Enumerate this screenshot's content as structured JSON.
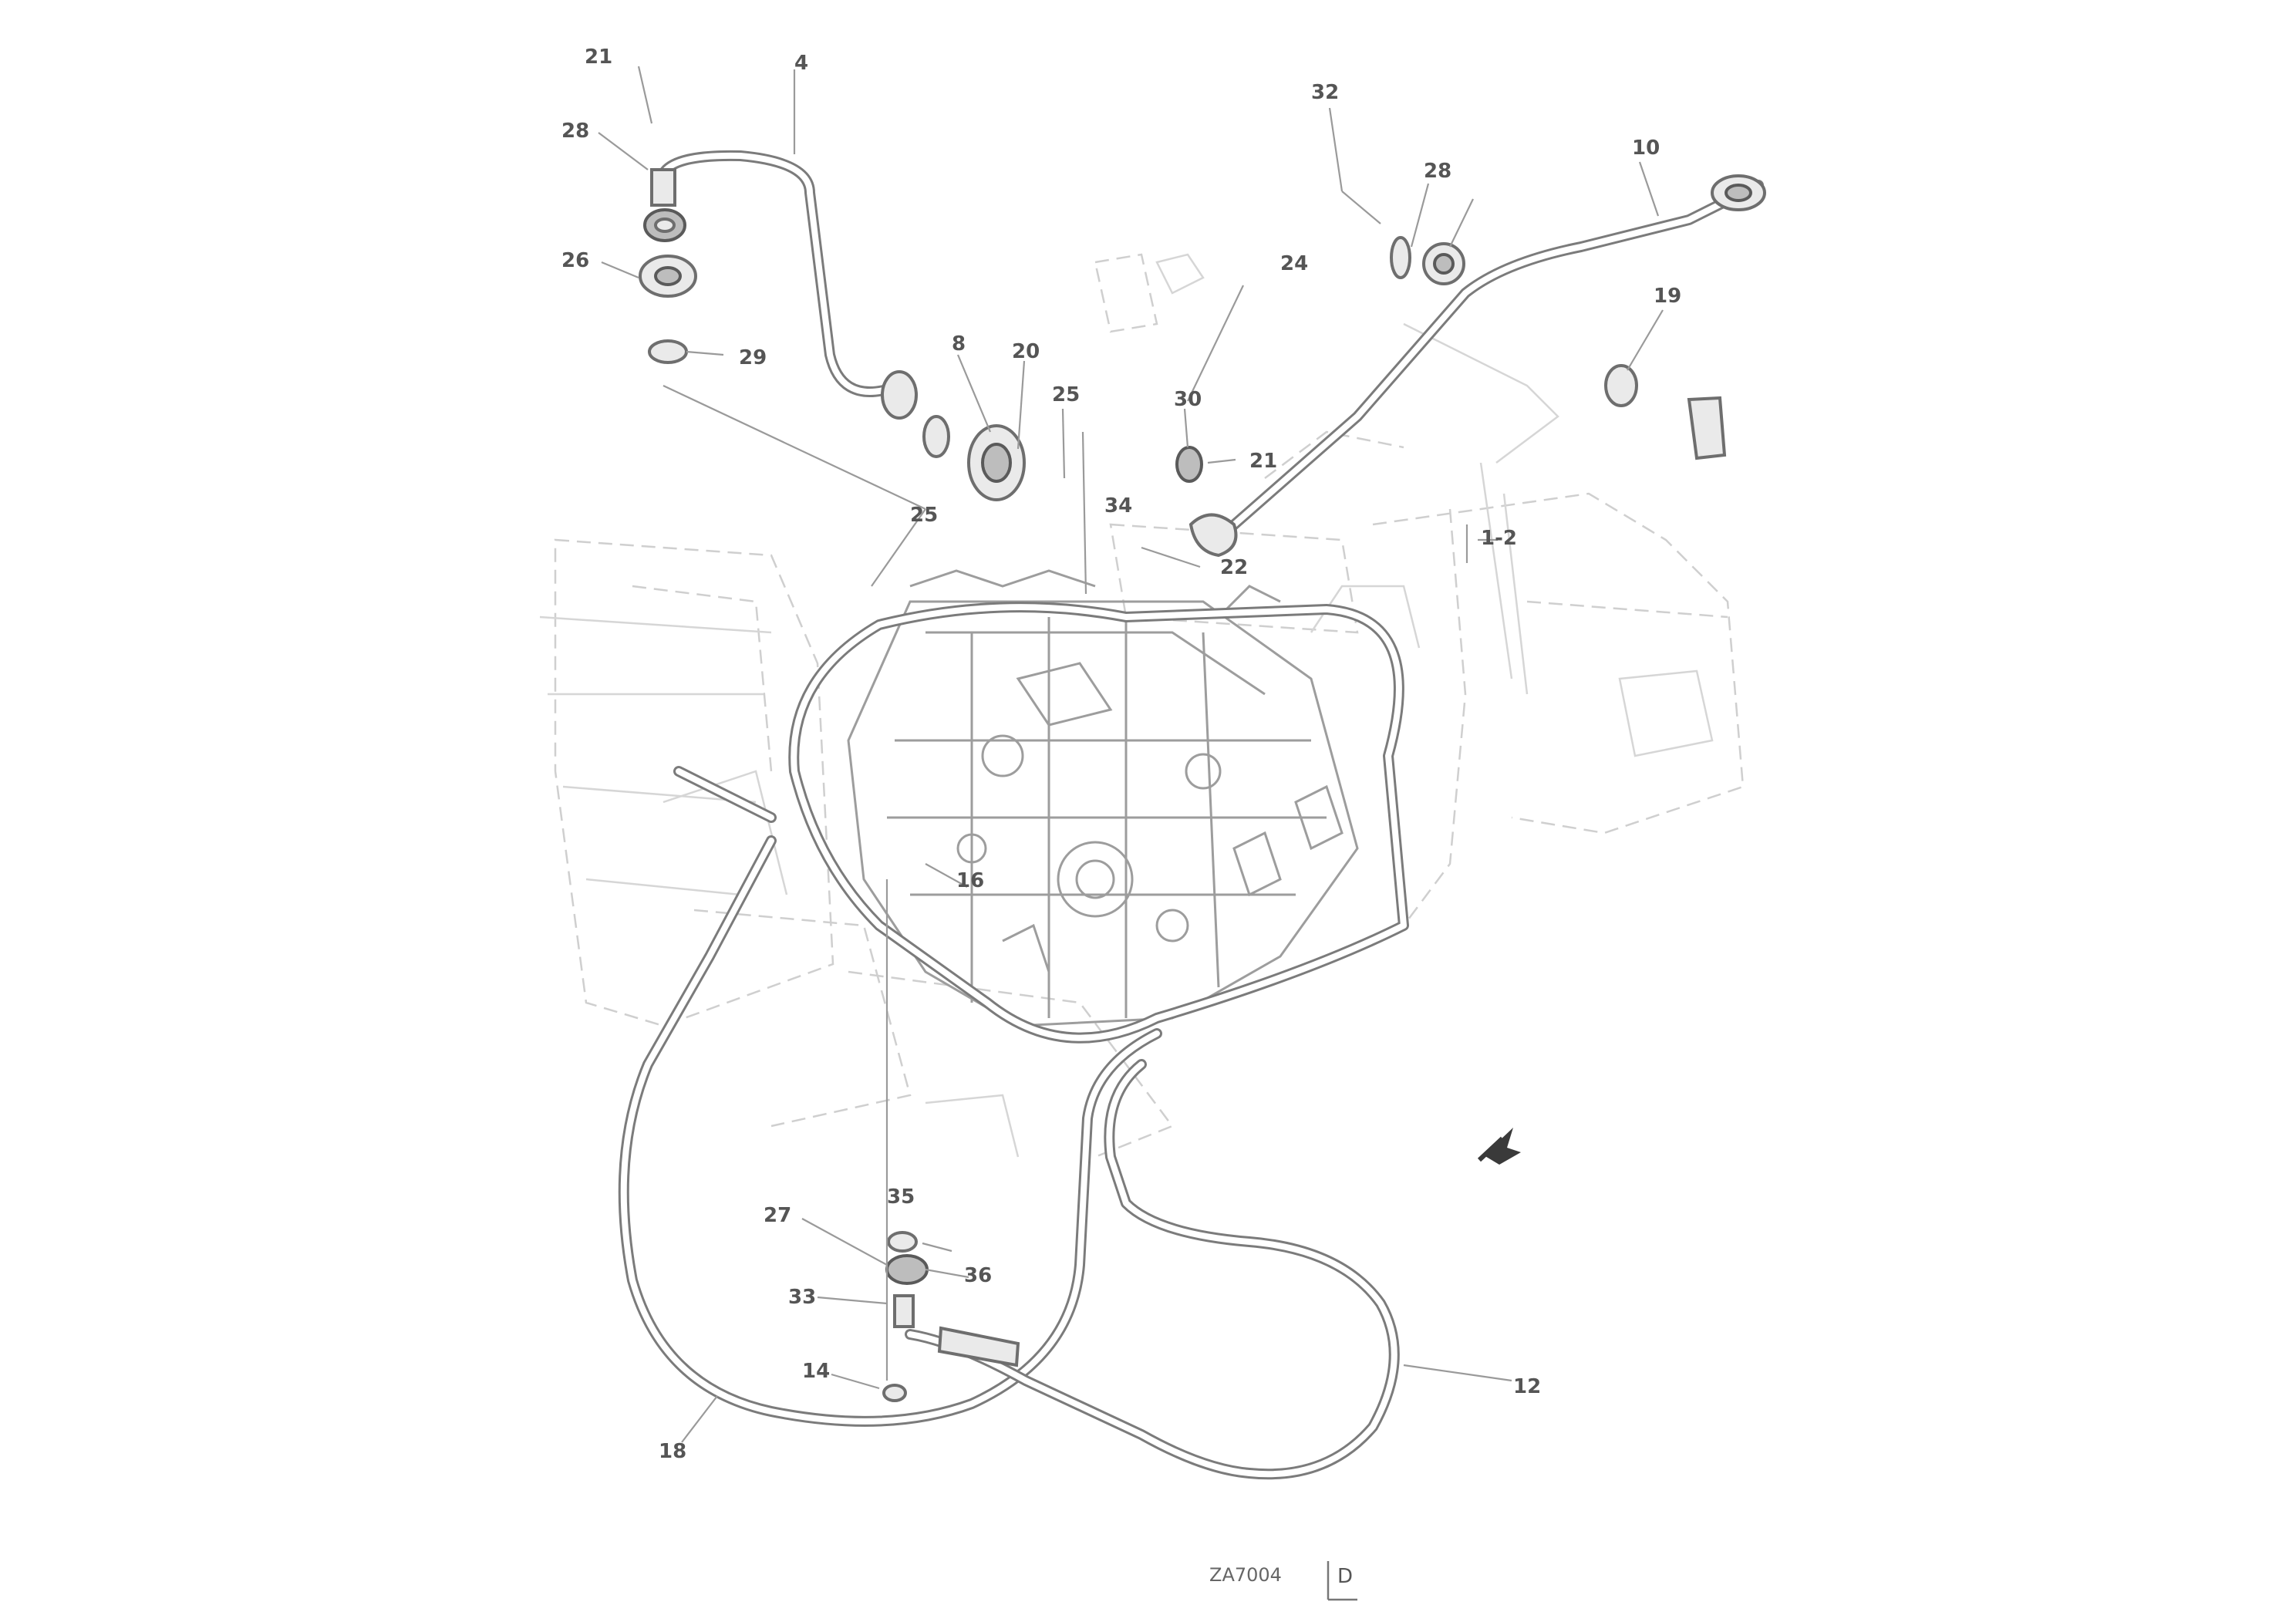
{
  "callouts": {
    "c21a": "21",
    "c4": "4",
    "c28a": "28",
    "c26": "26",
    "c29": "29",
    "c8": "8",
    "c20": "20",
    "c25a": "25",
    "c34": "34",
    "c25b": "25",
    "c30": "30",
    "c22": "22",
    "c24": "24",
    "c10": "10",
    "c19": "19",
    "c28b": "28",
    "c21b": "21",
    "c32": "32",
    "c127": "1-2",
    "c16": "16",
    "c27": "27",
    "c33": "33",
    "c35": "35",
    "c36": "36",
    "c14": "14",
    "c18": "18",
    "c12": "12"
  },
  "footer": {
    "drawing_code": "ZA7004",
    "sheet_mark": "D"
  }
}
